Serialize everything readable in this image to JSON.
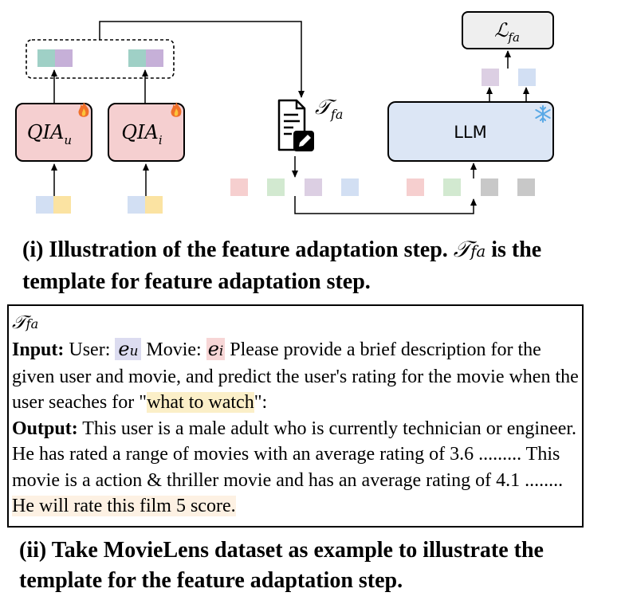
{
  "diagram": {
    "qia_u": "QIA",
    "qia_u_sub": "u",
    "qia_i": "QIA",
    "qia_i_sub": "i",
    "llm": "LLM",
    "loss": "ℒ",
    "loss_sub": "fa",
    "template_symbol": "𝒯",
    "template_sub": "fa",
    "colors": {
      "qia_fill": "#f5cfd0",
      "llm_fill": "#dce6f5",
      "loss_fill": "#efefef",
      "teal": "#9fd0c6",
      "purple": "#c6b0d8",
      "pink": "#f6cfcf",
      "green": "#d2e9d0",
      "lavender": "#dccfe3",
      "light_blue": "#d2dff3",
      "yellow": "#fbe3a2",
      "gray": "#c8c8c8"
    },
    "icons": [
      "fire-icon",
      "snowflake-icon",
      "document-edit-icon"
    ]
  },
  "caption1": {
    "prefix": "(i) Illustration of the feature adaptation step. ",
    "symbol": "𝒯",
    "sub": "fa",
    "suffix": " is the template for feature adaptation step."
  },
  "template_box": {
    "name_symbol": "𝒯",
    "name_sub": "fa",
    "input_label": "Input:",
    "user_label": " User: ",
    "user_token": "e",
    "user_token_sub": "u",
    "movie_label": " Movie: ",
    "movie_token": "e",
    "movie_token_sub": "i",
    "input_text": " Please provide a brief description for the given user and movie, and predict the user's rating for the movie when the user seaches for \"",
    "query": "what to watch",
    "input_end": "\":",
    "output_label": "Output:",
    "output_text": "  This user is a male adult who is currently technician or engineer. He has rated a range of movies with an average rating of 3.6 ......... This movie is a action & thriller movie and has an average rating of 4.1 ........ ",
    "output_highlight": "He will rate this film 5 score."
  },
  "caption2": {
    "text": "(ii) Take MovieLens dataset as example to illustrate the template for the feature adaptation step."
  }
}
